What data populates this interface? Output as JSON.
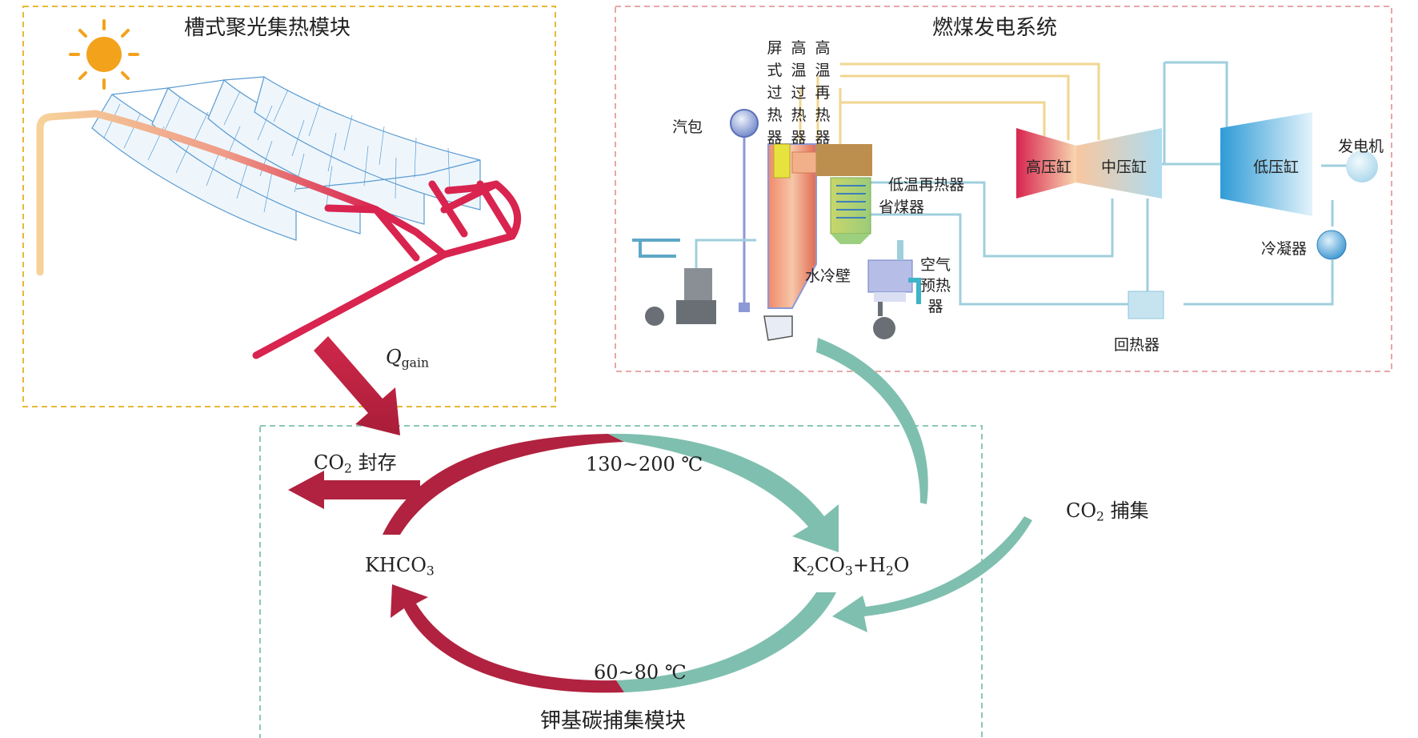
{
  "modules": {
    "solar": "槽式聚光集热模块",
    "power": "燃煤发电系统",
    "capture_module": "钾基碳捕集模块"
  },
  "solar_arrow": {
    "symbol": "Q",
    "sub": "gain"
  },
  "power_labels": {
    "drum": "汽包",
    "screen_sh": "屏式过热器",
    "ht_sh": "高温过热器",
    "ht_rh": "高温再热器",
    "lt_rh": "低温再热器",
    "economizer": "省煤器",
    "waterwall": "水冷壁",
    "air_preheater": "空气预热器",
    "hp": "高压缸",
    "ip": "中压缸",
    "lp": "低压缸",
    "generator": "发电机",
    "condenser": "冷凝器",
    "regenerator": "回热器"
  },
  "cycle": {
    "storage_prefix": "CO",
    "storage_sub": "2",
    "storage_suffix": " 封存",
    "capture_prefix": "CO",
    "capture_sub": "2",
    "capture_suffix": " 捕集",
    "khco3_main": "KHCO",
    "khco3_sub": "3",
    "k2co3_a": "K",
    "k2co3_b": "2",
    "k2co3_c": "CO",
    "k2co3_d": "3",
    "k2co3_e": "+H",
    "k2co3_f": "2",
    "k2co3_g": "O",
    "temp_high": "130~200 ℃",
    "temp_low": "60~80 ℃"
  },
  "colors": {
    "solar_border": "#e7b83a",
    "power_border": "#e8a6a6",
    "capture_border": "#8cc7b8",
    "hot_red": "#d8244f",
    "arrow_red": "#b0223f",
    "arrow_teal": "#7fbfaf",
    "pipe_blue": "#9fcfdd",
    "pipe_yellow": "#f0d690"
  }
}
